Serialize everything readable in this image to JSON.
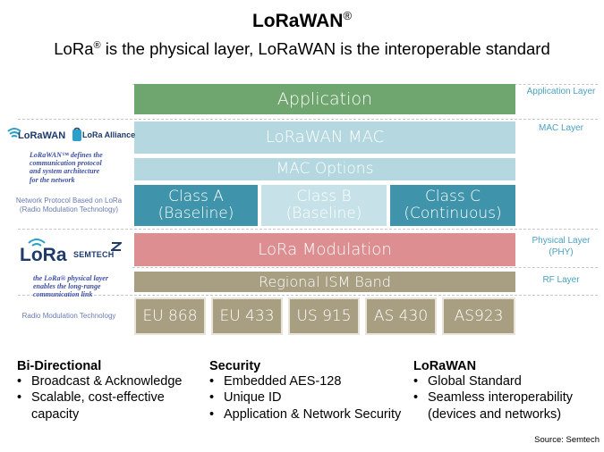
{
  "header": {
    "title": "LoRaWAN",
    "title_mark": "®",
    "subtitle_pre": "LoRa",
    "subtitle_mark": "®",
    "subtitle_post": " is the physical layer, LoRaWAN is the interoperable standard"
  },
  "stack": {
    "application": "Application",
    "mac": "LoRaWAN MAC",
    "mac_options": "MAC Options",
    "class_a": [
      "Class A",
      "(Baseline)"
    ],
    "class_b": [
      "Class B",
      "(Baseline)"
    ],
    "class_c": [
      "Class C",
      "(Continuous)"
    ],
    "modulation": "LoRa Modulation",
    "ism": "Regional ISM Band",
    "bands": [
      "EU 868",
      "EU 433",
      "US 915",
      "AS 430",
      "AS923"
    ]
  },
  "layers": {
    "application": "Application Layer",
    "mac": "MAC Layer",
    "phy_1": "Physical Layer",
    "phy_2": "(PHY)",
    "rf": "RF Layer"
  },
  "left": {
    "lorawan_logo": "LoRaWAN",
    "alliance_logo": "LoRa Alliance",
    "lorawan_note": [
      "LoRaWAN™ defines the",
      "communication protocol",
      "and system architecture",
      "for the network"
    ],
    "network_protocol": [
      "Network Protocol Based on LoRa",
      "(Radio Modulation Technology)"
    ],
    "lora_logo": "LoRa",
    "semtech_logo": "SEMTECH",
    "lora_note": [
      "the LoRa® physical layer",
      "enables the long-range",
      "communication link"
    ],
    "radio_mod": "Radio Modulation Technology"
  },
  "features": [
    {
      "heading": "Bi-Directional",
      "items": [
        "Broadcast & Acknowledge",
        "Scalable, cost-effective"
      ],
      "cont": "capacity"
    },
    {
      "heading": "Security",
      "items": [
        "Embedded AES-128",
        "Unique ID",
        "Application & Network Security"
      ],
      "cont": ""
    },
    {
      "heading": "LoRaWAN",
      "items": [
        "Global Standard",
        "Seamless interoperability"
      ],
      "cont": "(devices and networks)"
    }
  ],
  "source": "Source: Semtech",
  "colors": {
    "application": "#6fa56f",
    "mac": "#b5d8e0",
    "class_ac": "#3f93aa",
    "class_b": "#c6e2e8",
    "modulation": "#dc8e91",
    "ism": "#a89f83",
    "bands": "#a89f83",
    "layer_label": "#4aa0bf"
  }
}
